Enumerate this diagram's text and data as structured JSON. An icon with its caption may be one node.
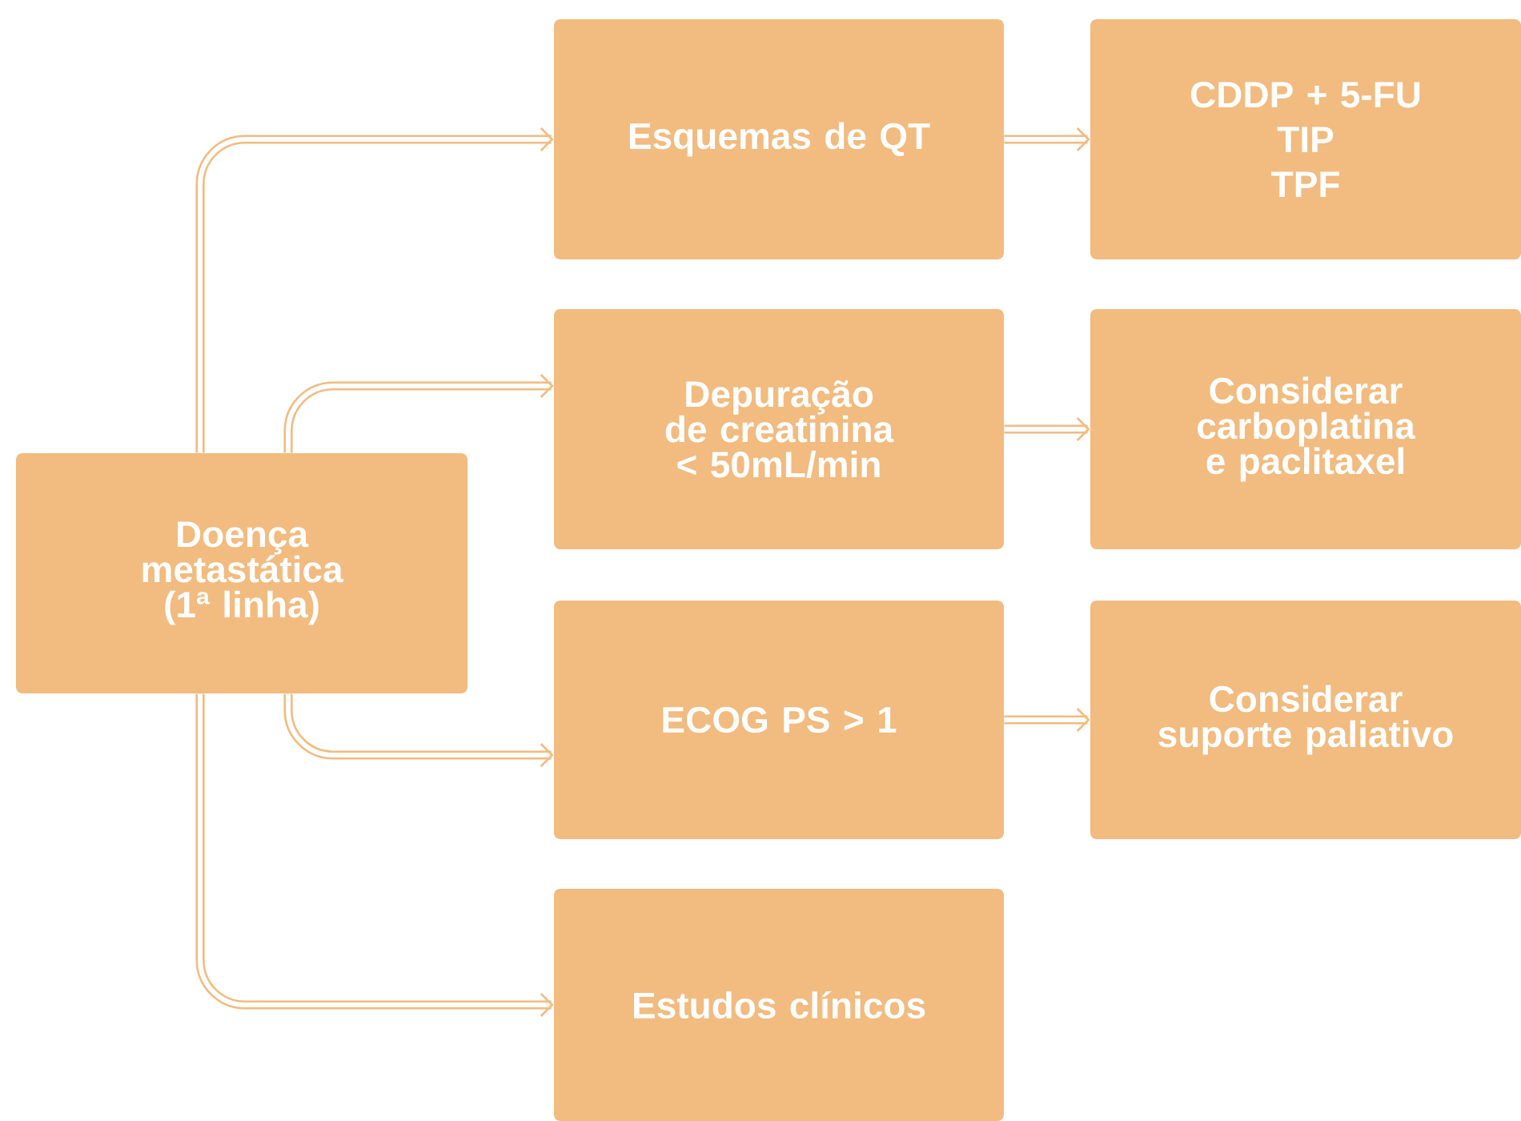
{
  "diagram": {
    "nodes": [
      {
        "text": [
          "Doença metastática (1ª linha)"
        ]
      },
      {
        "text": [
          "Esquemas de QT"
        ]
      },
      {
        "text": [
          "CDDP + 5-FU",
          "TIP",
          "TPF"
        ]
      },
      {
        "text": [
          "Depuração de creatinina < 50mL/min"
        ]
      },
      {
        "text": [
          "Considerar carboplatina e paclitaxel"
        ]
      },
      {
        "text": [
          "ECOG PS > 1"
        ]
      },
      {
        "text": [
          "Considerar suporte paliativo"
        ]
      },
      {
        "text": [
          "Estudos clínicos"
        ]
      }
    ],
    "edges": [
      {
        "from": 0,
        "to": 1,
        "arrow": "to"
      },
      {
        "from": 0,
        "to": 3,
        "arrow": "to"
      },
      {
        "from": 0,
        "to": 5,
        "arrow": "to"
      },
      {
        "from": 0,
        "to": 7,
        "arrow": "to"
      },
      {
        "from": 1,
        "to": 2,
        "arrow": "to"
      },
      {
        "from": 3,
        "to": 4,
        "arrow": "to"
      },
      {
        "from": 5,
        "to": 6,
        "arrow": "to"
      }
    ]
  }
}
